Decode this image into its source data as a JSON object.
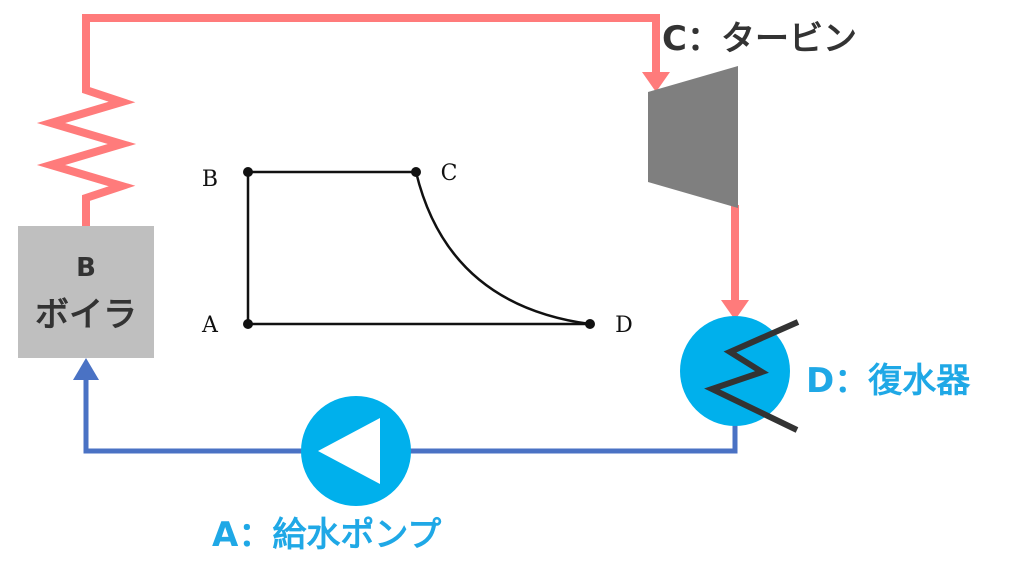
{
  "colors": {
    "hot_line": "#ff7b7b",
    "cold_line": "#4a72c4",
    "component_blue": "#00b0ec",
    "label_blue": "#1fa8e6",
    "boiler_fill": "#bfbfbf",
    "turbine_fill": "#7f7f7f",
    "dark": "#333333"
  },
  "labels": {
    "turbine": "C：タービン",
    "condenser": "D：復水器",
    "pump": "A：給水ポンプ",
    "boiler_letter": "B",
    "boiler_name": "ボイラ"
  },
  "diagram_points": {
    "a": "A",
    "b": "B",
    "c": "C",
    "d": "D"
  },
  "icons": {
    "boiler_heater": "zigzag-heater-icon",
    "turbine": "turbine-trapezoid-icon",
    "condenser": "condenser-coil-icon",
    "pump": "pump-triangle-icon"
  }
}
